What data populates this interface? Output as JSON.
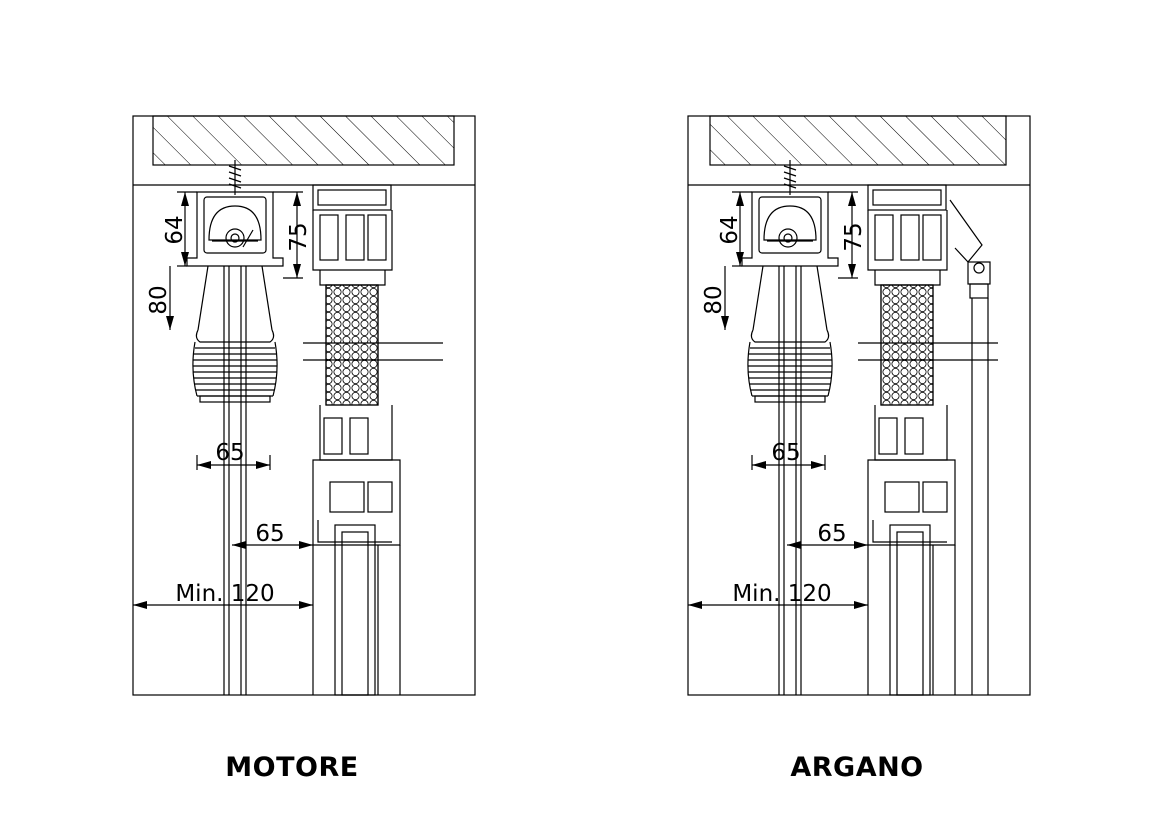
{
  "panels": [
    {
      "id": "motore",
      "caption": "MOTORE",
      "dims": {
        "head_height": "64",
        "bracket_drop": "75",
        "drop": "80",
        "pack_width": "65",
        "offset": "65",
        "min_distance": "Min. 120"
      }
    },
    {
      "id": "argano",
      "caption": "ARGANO",
      "dims": {
        "head_height": "64",
        "bracket_drop": "75",
        "drop": "80",
        "pack_width": "65",
        "offset": "65",
        "min_distance": "Min. 120"
      }
    }
  ],
  "colors": {
    "line": "#000000",
    "background": "#ffffff",
    "hatch": "#000000"
  }
}
